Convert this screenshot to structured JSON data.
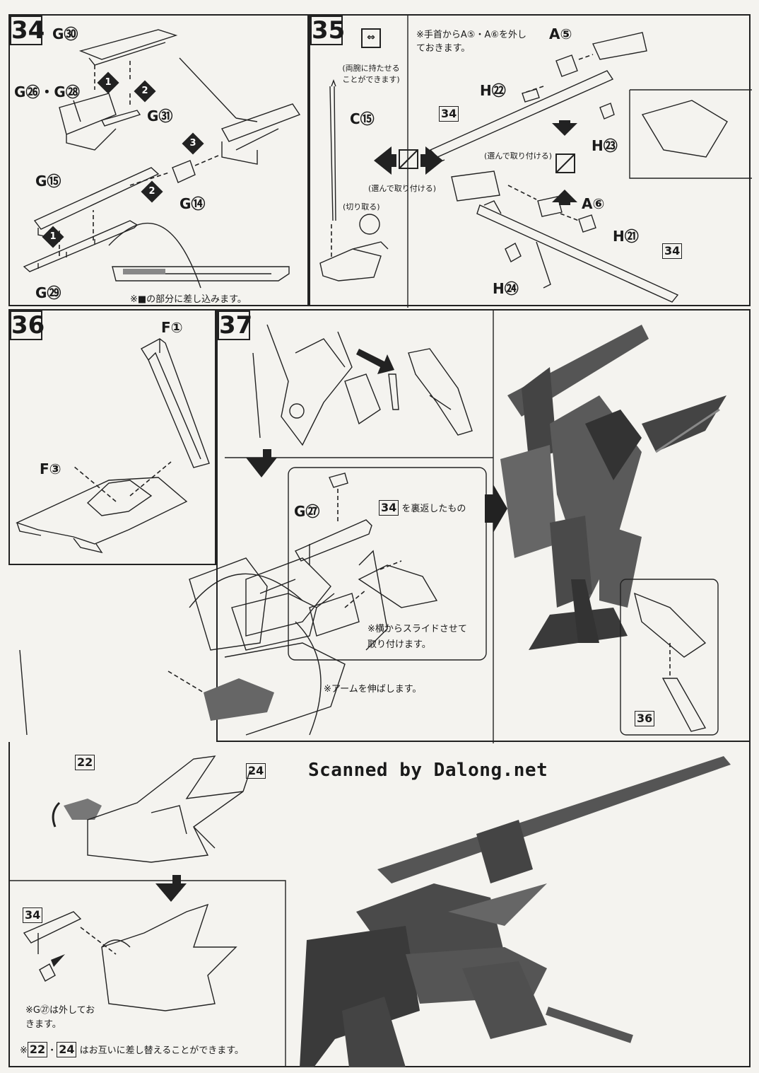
{
  "steps": {
    "s34": {
      "number": "34",
      "labels": [
        "G㉚",
        "G㉖・G㉘",
        "G㉛",
        "G⑮",
        "G⑭",
        "G㉙"
      ],
      "order": [
        "1",
        "2",
        "3",
        "2",
        "1"
      ],
      "note": "※■の部分に差し込みます。"
    },
    "s35": {
      "number": "35",
      "icon_note": "(両腕に持たせることができます)",
      "parts": [
        "C⑮",
        "A⑤",
        "H㉒",
        "H㉓",
        "A⑥",
        "H㉑",
        "H㉔"
      ],
      "note_top": "※手首からA⑤・A⑥を外しておきます。",
      "choose1": "(選んで取り付ける)",
      "choose2": "(選んで取り付ける)",
      "cut": "(切り取る)",
      "ref1": "34",
      "ref2": "34"
    },
    "s36": {
      "number": "36",
      "parts": [
        "F①",
        "F③"
      ]
    },
    "s37": {
      "number": "37",
      "g27": "G㉗",
      "ref34": "34",
      "ref34_text": "を裏返したもの",
      "slide_note": "※横からスライドさせて取り付けます。",
      "arm_note": "※アームを伸ばします。",
      "ref36": "36"
    },
    "s38": {
      "ref22": "22",
      "ref24": "24",
      "ref34": "34",
      "remove_note": "※G㉗は外しておきます。",
      "swap_a": "22",
      "swap_b": "24",
      "swap_note": "はお互いに差し替えることができます。"
    }
  },
  "watermark": "Scanned by Dalong.net"
}
